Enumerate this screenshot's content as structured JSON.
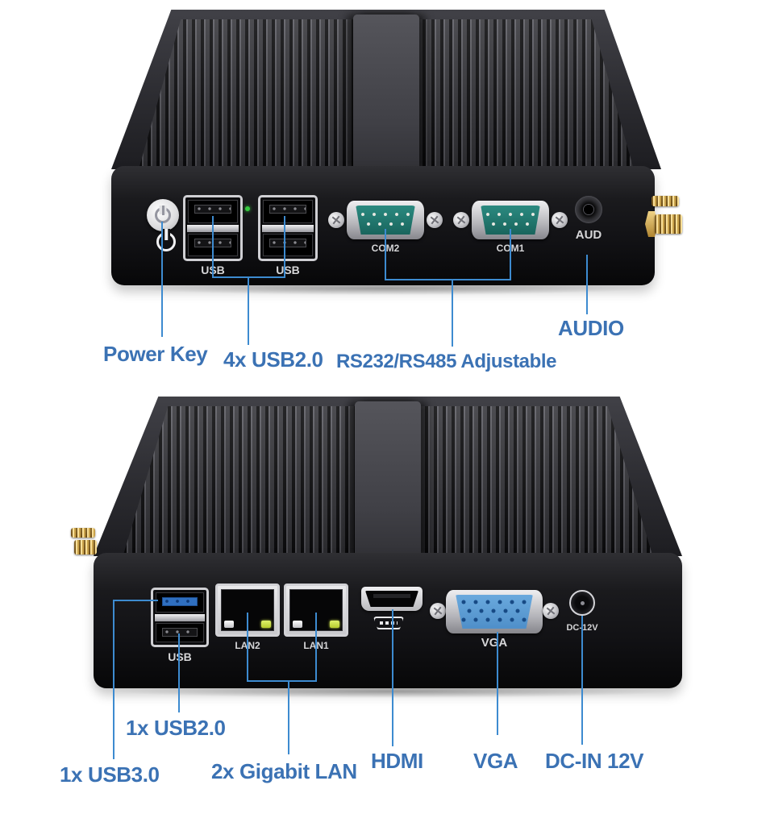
{
  "front_view": {
    "port_labels": {
      "usb1": "USB",
      "usb2": "USB",
      "com2": "COM2",
      "com1": "COM1",
      "audio": "AUD"
    },
    "annotations": {
      "power": "Power Key",
      "usb": "4x USB2.0",
      "serial": "RS232/RS485 Adjustable",
      "audio": "AUDIO"
    }
  },
  "rear_view": {
    "port_labels": {
      "usb": "USB",
      "lan2": "LAN2",
      "lan1": "LAN1",
      "vga": "VGA",
      "dc": "DC-12V"
    },
    "annotations": {
      "usb3": "1x USB3.0",
      "usb2": "1x USB2.0",
      "lan": "2x Gigabit LAN",
      "hdmi": "HDMI",
      "vga": "VGA",
      "dc": "DC-IN 12V"
    }
  },
  "colors": {
    "annotation_text": "#3b72b4",
    "leader_line": "#3d8bd0",
    "com_port_teal": "#1f7a70",
    "vga_blue": "#5f9fd8",
    "usb3_blue": "#2f6fc0",
    "power_led_green": "#35c93f",
    "lan_led_yellow": "#c6d93f",
    "antenna_gold": "#c9a24b"
  }
}
